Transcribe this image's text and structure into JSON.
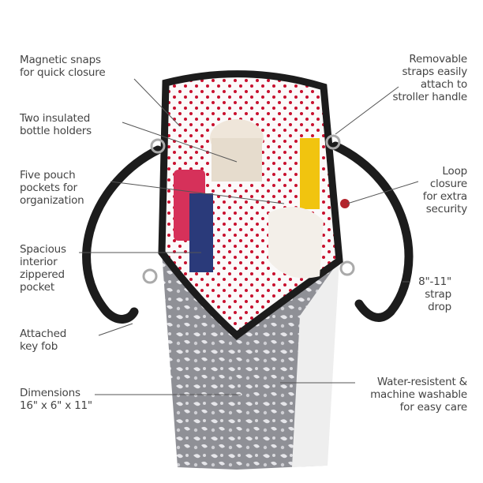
{
  "callouts_left": [
    {
      "lines": [
        "Magnetic snaps",
        "for quick closure"
      ]
    },
    {
      "lines": [
        "Two insulated",
        "bottle holders"
      ]
    },
    {
      "lines": [
        "Five pouch",
        "pockets for",
        "organization"
      ]
    },
    {
      "lines": [
        "Spacious",
        "interior",
        "zippered",
        "pocket"
      ]
    },
    {
      "lines": [
        "Attached",
        "key fob"
      ]
    },
    {
      "lines": [
        "Dimensions",
        "16\" x 6\" x 11\""
      ]
    }
  ],
  "callouts_right": [
    {
      "lines": [
        "Removable",
        "straps easily",
        "attach to",
        "stroller handle"
      ]
    },
    {
      "lines": [
        "Loop",
        "closure",
        "for extra",
        "security"
      ]
    },
    {
      "lines": [
        "8\"-11\"",
        "strap",
        "drop"
      ]
    },
    {
      "lines": [
        "Water-resistent &",
        "machine washable",
        "for easy care"
      ]
    }
  ],
  "colors": {
    "text": "#444444",
    "dots": "#c8102e",
    "strap": "#1c1c1c",
    "body": "#9a9a9e"
  }
}
